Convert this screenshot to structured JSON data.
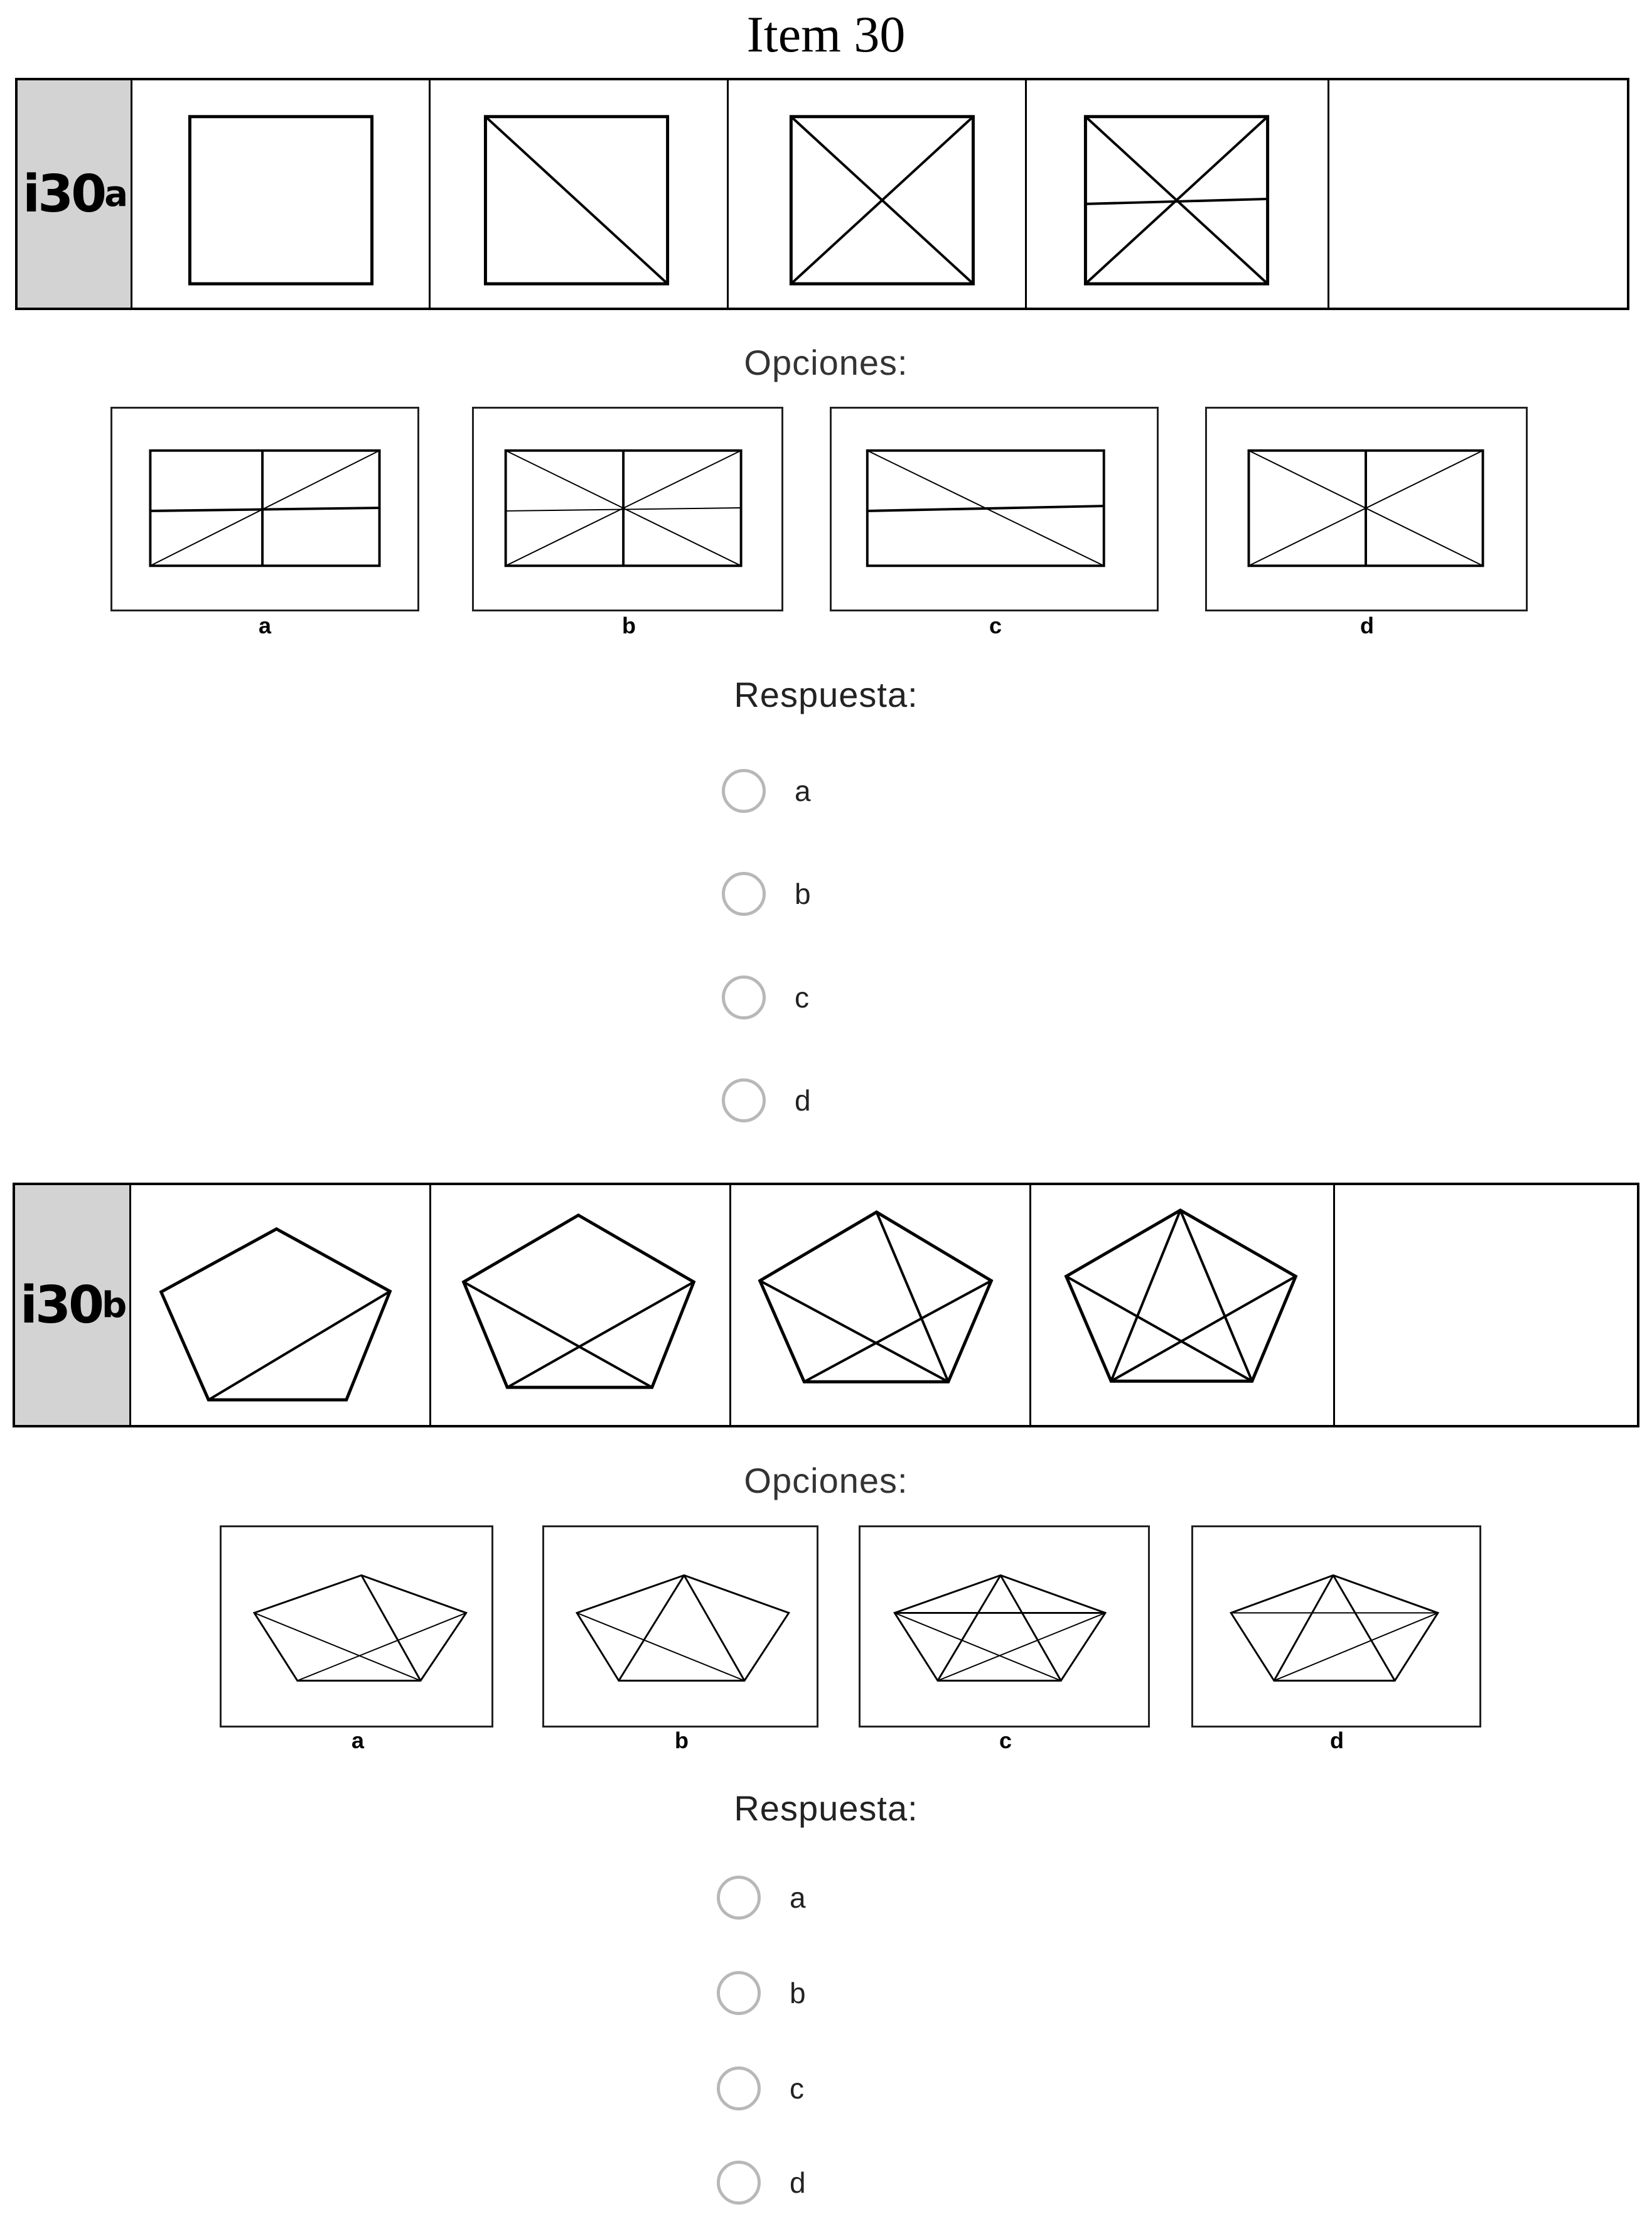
{
  "title": "Item 30",
  "item_a": {
    "label_main": "i30",
    "label_suffix": "a",
    "options_heading": "Opciones:",
    "option_labels": [
      "a",
      "b",
      "c",
      "d"
    ],
    "answer_heading": "Respuesta:",
    "answers": [
      "a",
      "b",
      "c",
      "d"
    ]
  },
  "item_b": {
    "label_main": "i30",
    "label_suffix": "b",
    "options_heading": "Opciones:",
    "option_labels": [
      "a",
      "b",
      "c",
      "d"
    ],
    "answer_heading": "Respuesta:",
    "answers": [
      "a",
      "b",
      "c",
      "d"
    ]
  }
}
